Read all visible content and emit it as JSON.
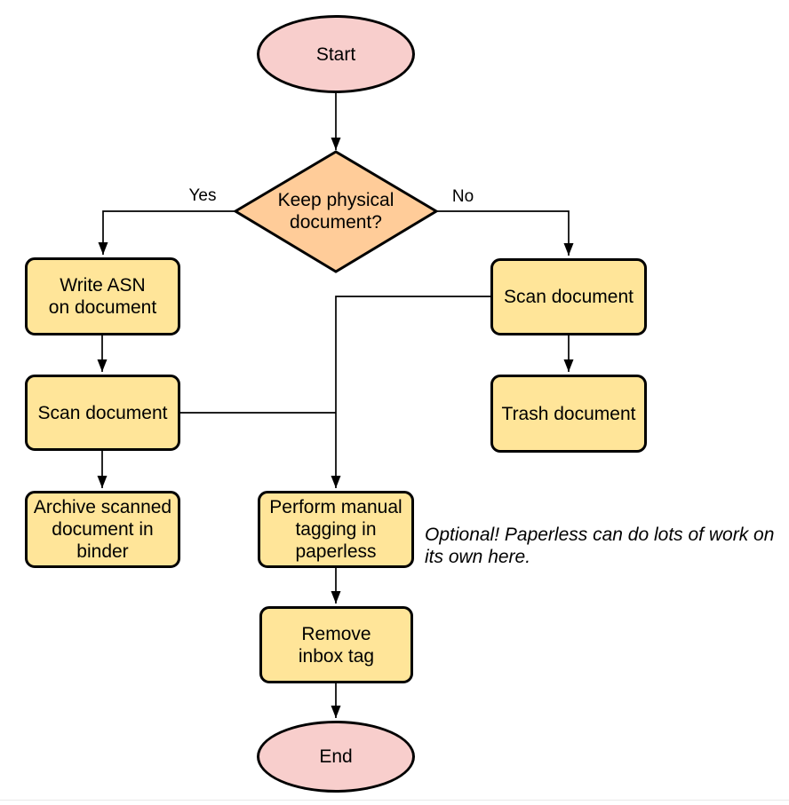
{
  "diagram": {
    "type": "flowchart",
    "background": "#ffffff"
  },
  "colors": {
    "terminator_fill": "#f8cecc",
    "decision_fill": "#ffcc99",
    "process_fill": "#ffe599",
    "shape_stroke": "#000000",
    "connector_stroke": "#000000",
    "text": "#000000"
  },
  "nodes": {
    "start": {
      "type": "terminator",
      "label": "Start"
    },
    "decision": {
      "type": "decision",
      "label": "Keep physical\ndocument?"
    },
    "write_asn": {
      "type": "process",
      "label": "Write ASN\non document"
    },
    "scan_left": {
      "type": "process",
      "label": "Scan document"
    },
    "archive": {
      "type": "process",
      "label": "Archive scanned\ndocument in\nbinder"
    },
    "scan_right": {
      "type": "process",
      "label": "Scan document"
    },
    "trash": {
      "type": "process",
      "label": "Trash document"
    },
    "tagging": {
      "type": "process",
      "label": "Perform manual\ntagging in\npaperless"
    },
    "remove_inbox": {
      "type": "process",
      "label": "Remove\ninbox tag"
    },
    "end": {
      "type": "terminator",
      "label": "End"
    }
  },
  "edges": [
    {
      "from": "start",
      "to": "decision",
      "label": ""
    },
    {
      "from": "decision",
      "to": "write_asn",
      "label": "Yes"
    },
    {
      "from": "decision",
      "to": "scan_right",
      "label": "No"
    },
    {
      "from": "write_asn",
      "to": "scan_left",
      "label": ""
    },
    {
      "from": "scan_left",
      "to": "archive",
      "label": ""
    },
    {
      "from": "scan_right",
      "to": "trash",
      "label": ""
    },
    {
      "from": "scan_left",
      "to": "tagging",
      "label": ""
    },
    {
      "from": "scan_right",
      "to": "tagging",
      "label": ""
    },
    {
      "from": "tagging",
      "to": "remove_inbox",
      "label": ""
    },
    {
      "from": "remove_inbox",
      "to": "end",
      "label": ""
    }
  ],
  "annotation": {
    "text": "Optional! Paperless can do lots of work on\nits own here."
  }
}
